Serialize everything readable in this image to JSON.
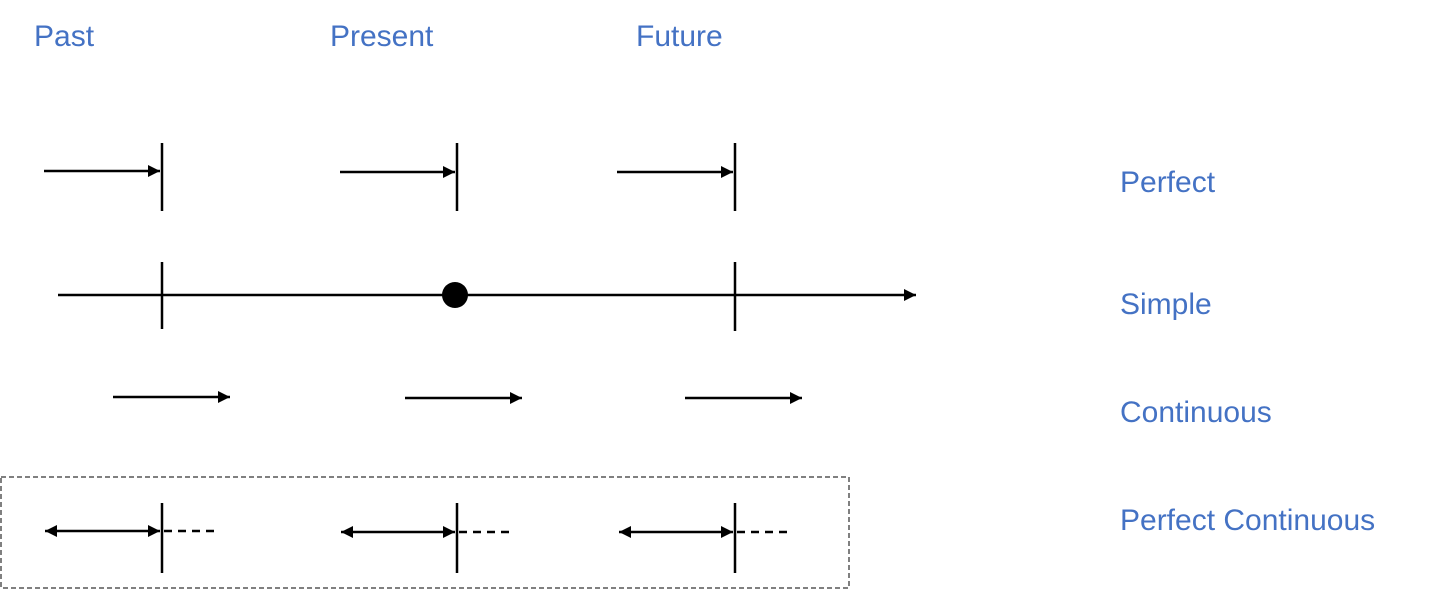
{
  "columns": {
    "past": "Past",
    "present": "Present",
    "future": "Future"
  },
  "rows": {
    "perfect": "Perfect",
    "simple": "Simple",
    "continuous": "Continuous",
    "perfect_continuous": "Perfect Continuous"
  },
  "colors": {
    "label": "#4472C4",
    "line": "#000000",
    "box_border": "#000000"
  }
}
